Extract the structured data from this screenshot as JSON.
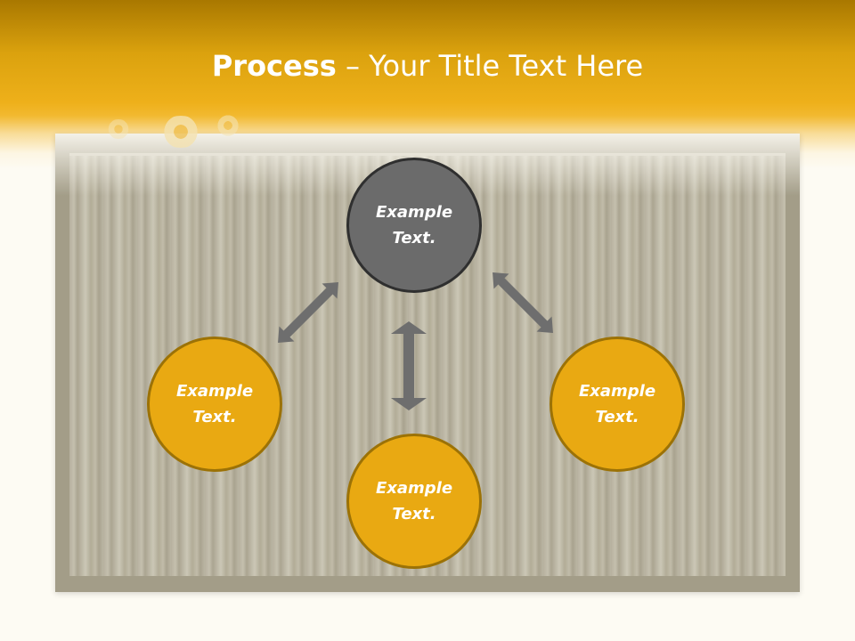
{
  "header": {
    "title_bold": "Process",
    "title_rest": " – Your Title Text Here"
  },
  "nodes": {
    "top": {
      "line1": "Example",
      "line2": "Text."
    },
    "left": {
      "line1": "Example",
      "line2": "Text."
    },
    "bottom": {
      "line1": "Example",
      "line2": "Text."
    },
    "right": {
      "line1": "Example",
      "line2": "Text."
    }
  },
  "colors": {
    "header_gold": "#eeb01a",
    "node_gold": "#e9a912",
    "node_gray": "#6b6b6b",
    "arrow_gray": "#6e6e6e"
  }
}
